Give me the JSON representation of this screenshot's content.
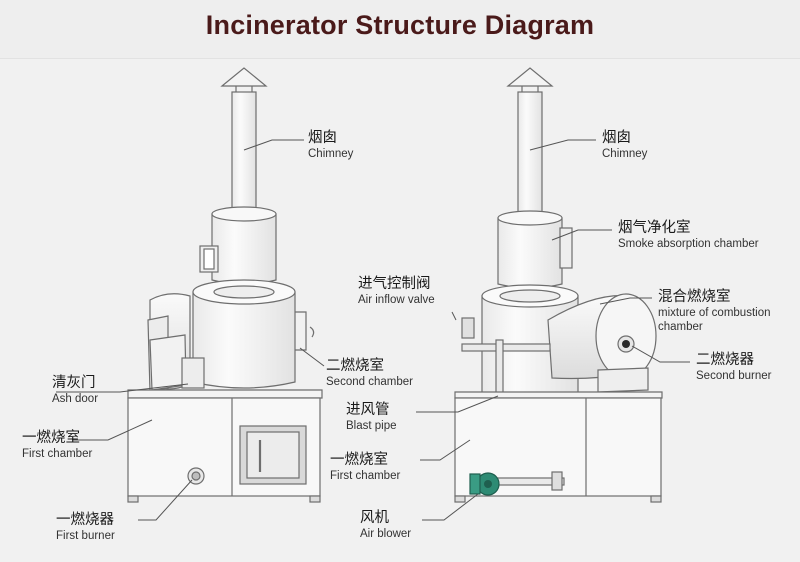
{
  "title": "Incinerator Structure Diagram",
  "labels": {
    "left_chimney": {
      "zh": "烟囱",
      "en": "Chimney"
    },
    "left_second_chamber": {
      "zh": "二燃烧室",
      "en": "Second chamber"
    },
    "ash_door": {
      "zh": "清灰门",
      "en": "Ash door"
    },
    "left_first_chamber": {
      "zh": "一燃烧室",
      "en": "First chamber"
    },
    "first_burner": {
      "zh": "一燃烧器",
      "en": "First burner"
    },
    "right_chimney": {
      "zh": "烟囱",
      "en": "Chimney"
    },
    "smoke_absorption": {
      "zh": "烟气净化室",
      "en": "Smoke absorption chamber"
    },
    "air_inflow_valve": {
      "zh": "进气控制阀",
      "en": "Air inflow valve"
    },
    "mixture_chamber": {
      "zh": "混合燃烧室",
      "en1": "mixture of combustion",
      "en2": "chamber"
    },
    "second_burner": {
      "zh": "二燃烧器",
      "en": "Second burner"
    },
    "blast_pipe": {
      "zh": "进风管",
      "en": "Blast pipe"
    },
    "right_first_chamber": {
      "zh": "一燃烧室",
      "en": "First chamber"
    },
    "air_blower": {
      "zh": "风机",
      "en": "Air blower"
    }
  },
  "colors": {
    "background": "#f1f1f1",
    "title": "#4a1a1a",
    "body_fill": "#f7f7f7",
    "outline": "#6e6e6e",
    "leader": "#555555",
    "blower": "#2e8b74"
  }
}
